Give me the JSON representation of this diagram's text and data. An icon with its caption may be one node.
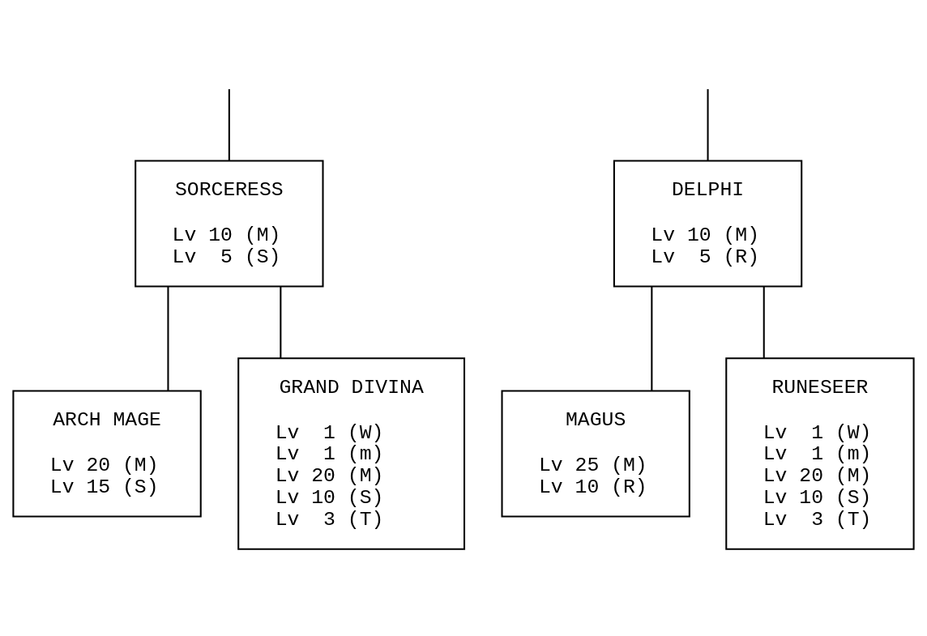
{
  "diagram": {
    "nodes": [
      {
        "text": [
          "SORCERESS",
          "Lv 10 (M)",
          "Lv  5 (S)"
        ]
      },
      {
        "text": [
          "DELPHI",
          "Lv 10 (M)",
          "Lv  5 (R)"
        ]
      },
      {
        "text": [
          "ARCH MAGE",
          "Lv 20 (M)",
          "Lv 15 (S)"
        ]
      },
      {
        "text": [
          "GRAND DIVINA",
          "Lv  1 (W)",
          "Lv  1 (m)",
          "Lv 20 (M)",
          "Lv 10 (S)",
          "Lv  3 (T)"
        ]
      },
      {
        "text": [
          "MAGUS",
          "Lv 25 (M)",
          "Lv 10 (R)"
        ]
      },
      {
        "text": [
          "RUNESEER",
          "Lv  1 (W)",
          "Lv  1 (m)",
          "Lv 20 (M)",
          "Lv 10 (S)",
          "Lv  3 (T)"
        ]
      }
    ],
    "edges": [
      {
        "from": null,
        "to": 0,
        "arrow": "none"
      },
      {
        "from": null,
        "to": 1,
        "arrow": "none"
      },
      {
        "from": 0,
        "to": 2,
        "arrow": "none"
      },
      {
        "from": 0,
        "to": 3,
        "arrow": "none"
      },
      {
        "from": 1,
        "to": 4,
        "arrow": "none"
      },
      {
        "from": 1,
        "to": 5,
        "arrow": "none"
      }
    ]
  }
}
